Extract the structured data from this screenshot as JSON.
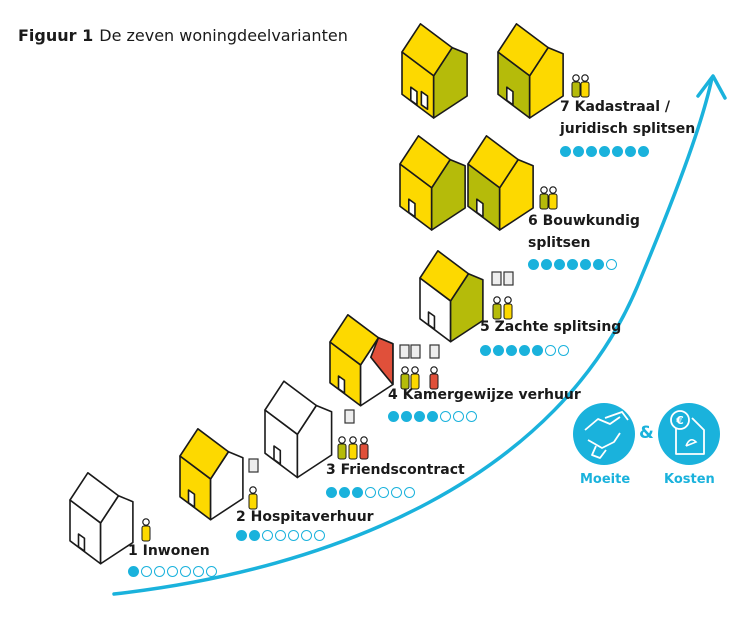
{
  "figure": {
    "number": "Figuur 1",
    "title": "De zeven woningdeelvarianten"
  },
  "colors": {
    "accent_blue": "#1ab2dc",
    "yellow": "#fdd900",
    "olive": "#b5bb0a",
    "red": "#e0503a",
    "outline": "#1a1a1a"
  },
  "scale_max": 7,
  "variants": [
    {
      "step": 1,
      "label": "1 Inwonen",
      "score": 1,
      "persons": 1
    },
    {
      "step": 2,
      "label": "2 Hospitaverhuur",
      "score": 2,
      "persons": 1
    },
    {
      "step": 3,
      "label": "3 Friendscontract",
      "score": 3,
      "persons": 3
    },
    {
      "step": 4,
      "label": "4 Kamergewijze verhuur",
      "score": 4,
      "persons": 3
    },
    {
      "step": 5,
      "label": "5 Zachte splitsing",
      "score": 5,
      "persons": 2
    },
    {
      "step": 6,
      "label_lines": [
        "6 Bouwkundig",
        "splitsen"
      ],
      "score": 6,
      "persons": 2
    },
    {
      "step": 7,
      "label_lines": [
        "7 Kadastraal /",
        "juridisch splitsen"
      ],
      "score": 7,
      "persons": 2
    }
  ],
  "legend": {
    "effort": {
      "label": "Moeite",
      "icon": "handshake-icon"
    },
    "joiner": "&",
    "cost": {
      "label": "Kosten",
      "icon": "euro-house-icon"
    }
  }
}
